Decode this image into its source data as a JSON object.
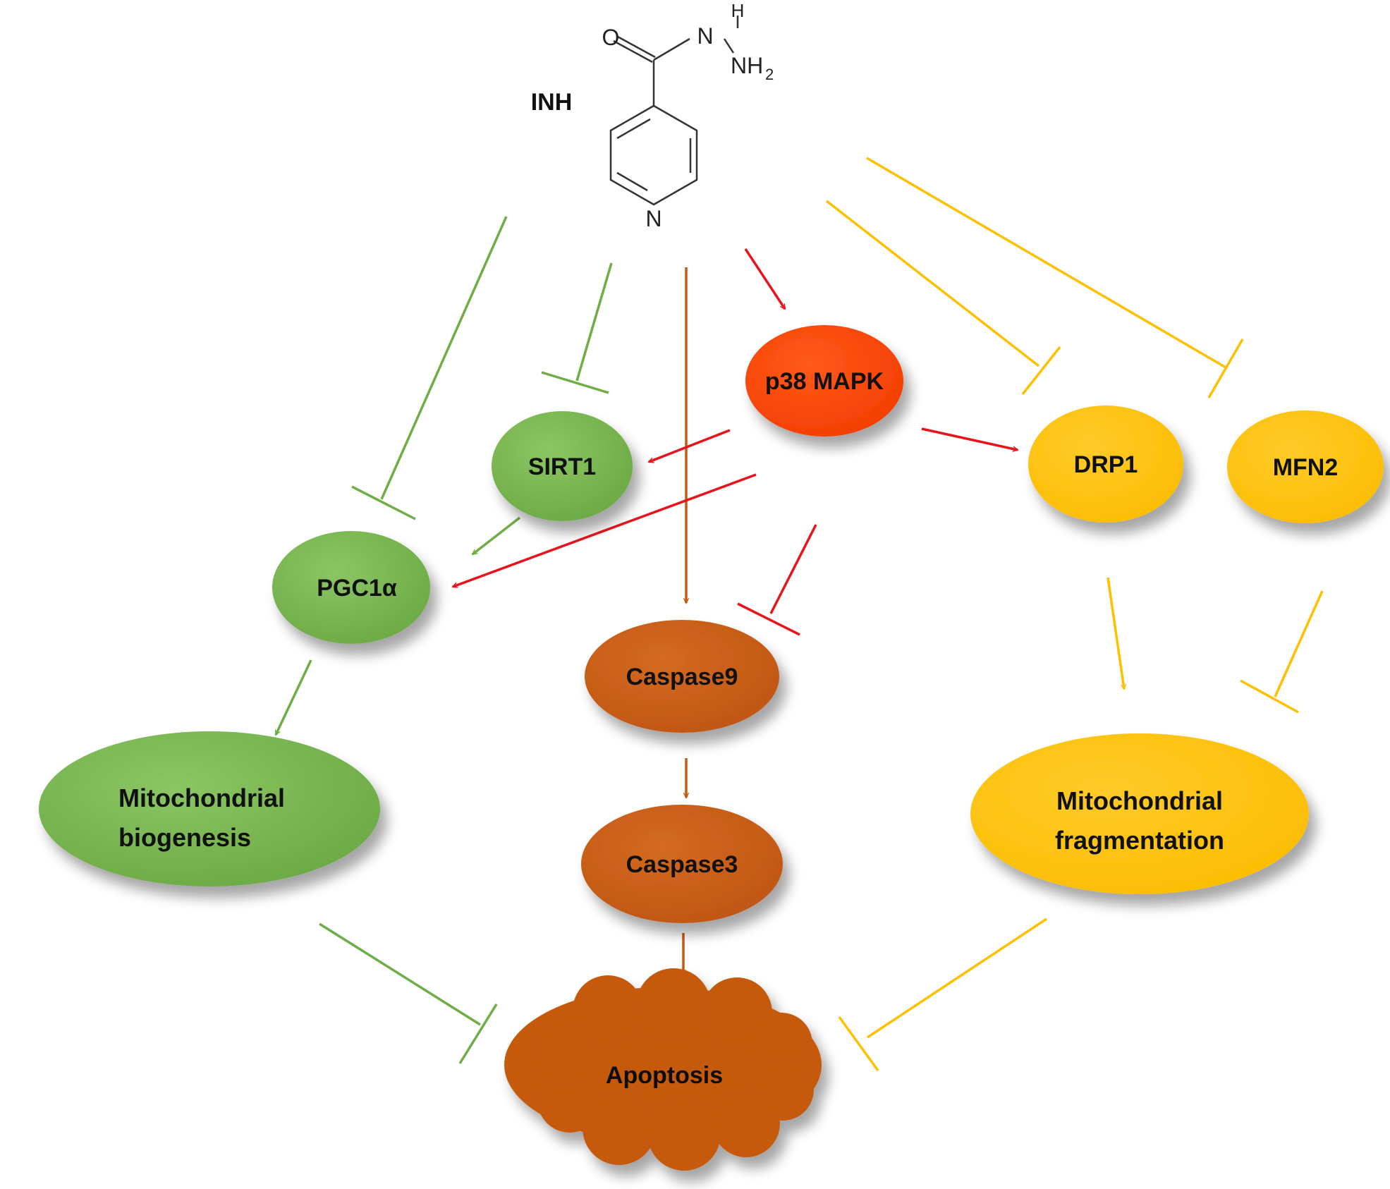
{
  "diagram": {
    "drug": "INH",
    "molecule": {
      "o": "O",
      "h": "H",
      "n": "N",
      "nh": "NH",
      "sub2": "2",
      "ring_n": "N"
    },
    "nodes": {
      "p38": "p38 MAPK",
      "sirt1": "SIRT1",
      "pgc1a": "PGC1α",
      "drp1": "DRP1",
      "mfn2": "MFN2",
      "casp9": "Caspase9",
      "casp3": "Caspase3",
      "biogenesis_line1": "Mitochondrial",
      "biogenesis_line2": "biogenesis",
      "fragmentation_line1": "Mitochondrial",
      "fragmentation_line2": "fragmentation",
      "apoptosis": "Apoptosis"
    },
    "colors": {
      "green": "#70ad47",
      "red": "#e8141c",
      "orange_node": "#ff4000",
      "brown": "#c55a11",
      "yellow": "#ffc000"
    },
    "edges": [
      {
        "from": "INH",
        "to": "PGC1α",
        "type": "inhibits"
      },
      {
        "from": "INH",
        "to": "SIRT1",
        "type": "inhibits"
      },
      {
        "from": "INH",
        "to": "Caspase9",
        "type": "activates"
      },
      {
        "from": "INH",
        "to": "p38 MAPK",
        "type": "activates"
      },
      {
        "from": "INH",
        "to": "DRP1",
        "type": "inhibits"
      },
      {
        "from": "INH",
        "to": "MFN2",
        "type": "inhibits"
      },
      {
        "from": "p38 MAPK",
        "to": "SIRT1",
        "type": "activates"
      },
      {
        "from": "p38 MAPK",
        "to": "PGC1α",
        "type": "activates"
      },
      {
        "from": "p38 MAPK",
        "to": "DRP1",
        "type": "activates"
      },
      {
        "from": "p38 MAPK",
        "to": "Caspase9",
        "type": "inhibits"
      },
      {
        "from": "SIRT1",
        "to": "PGC1α",
        "type": "activates"
      },
      {
        "from": "PGC1α",
        "to": "Mitochondrial biogenesis",
        "type": "activates"
      },
      {
        "from": "Caspase9",
        "to": "Caspase3",
        "type": "activates"
      },
      {
        "from": "Caspase3",
        "to": "Apoptosis",
        "type": "activates"
      },
      {
        "from": "DRP1",
        "to": "Mitochondrial fragmentation",
        "type": "activates"
      },
      {
        "from": "MFN2",
        "to": "Mitochondrial fragmentation",
        "type": "inhibits"
      },
      {
        "from": "Mitochondrial biogenesis",
        "to": "Apoptosis",
        "type": "inhibits"
      },
      {
        "from": "Mitochondrial fragmentation",
        "to": "Apoptosis",
        "type": "inhibits"
      }
    ]
  }
}
